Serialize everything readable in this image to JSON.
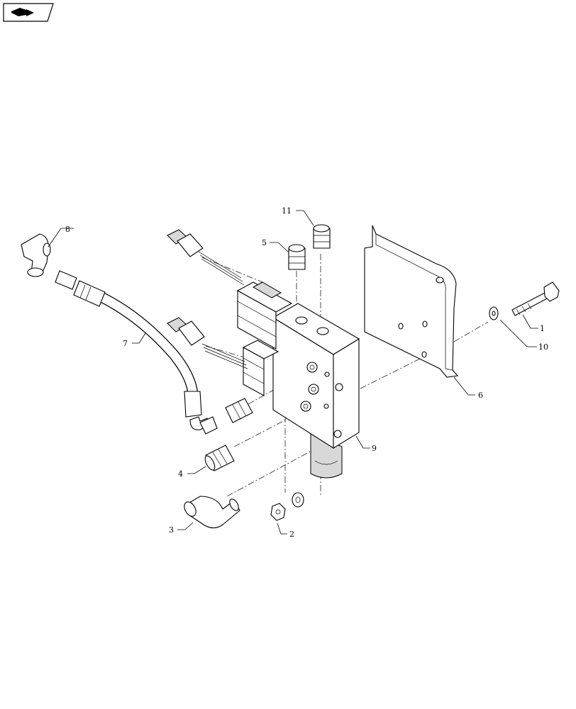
{
  "nav": {
    "icon": "return-arrow-icon"
  },
  "callouts": {
    "c1": "1",
    "c2": "2",
    "c3": "3",
    "c4": "4",
    "c5": "5",
    "c6": "6",
    "c7": "7",
    "c8": "8",
    "c9": "9",
    "c10": "10",
    "c11": "11"
  }
}
